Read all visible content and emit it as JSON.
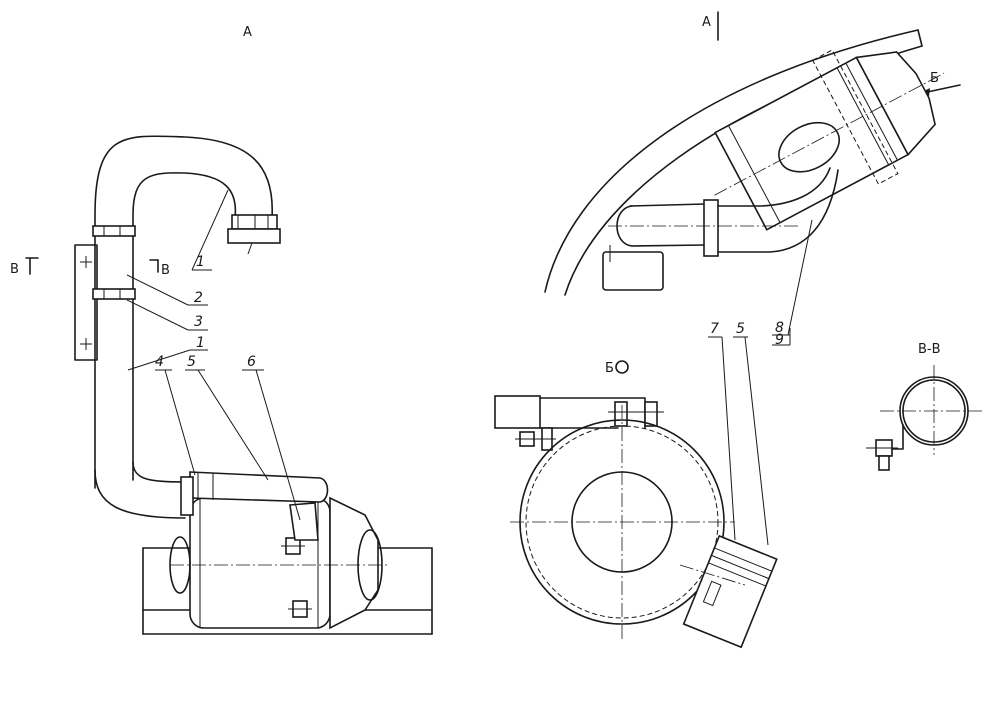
{
  "views": {
    "a_left": "A",
    "a_right": "A",
    "b_arrow": "Б",
    "b_view": "Б",
    "section_mark_left": "В",
    "section_mark_mid": "В",
    "section_title": "В-В"
  },
  "callouts": {
    "c1_top": "1",
    "c2": "2",
    "c3": "3",
    "c1_mid": "1",
    "c4": "4",
    "c5_left": "5",
    "c6": "6",
    "c7": "7",
    "c5_right": "5",
    "c8": "8",
    "c9": "9"
  }
}
